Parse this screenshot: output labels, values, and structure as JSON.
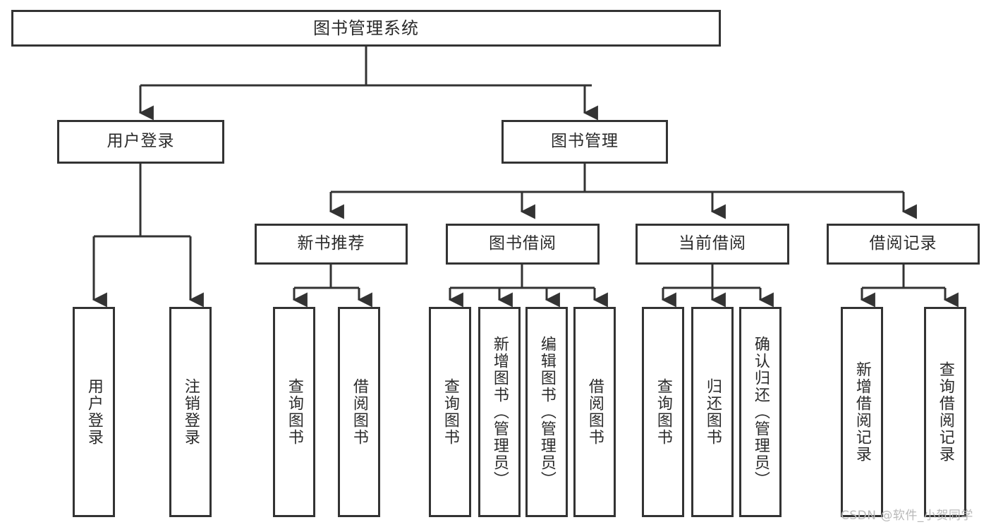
{
  "diagram": {
    "title": "图书管理系统",
    "watermark": "CSDN @软件_小贺同学",
    "colors": {
      "stroke": "#333333",
      "box_border": "#333333",
      "background": "#ffffff",
      "text": "#2b2b2b",
      "watermark": "#b9b9b9"
    },
    "root": {
      "label": "图书管理系统"
    },
    "level2": [
      {
        "label": "用户登录"
      },
      {
        "label": "图书管理"
      }
    ],
    "level3": [
      {
        "label": "新书推荐"
      },
      {
        "label": "图书借阅"
      },
      {
        "label": "当前借阅"
      },
      {
        "label": "借阅记录"
      }
    ],
    "leaves": {
      "user_login": [
        {
          "label": "用户登录"
        },
        {
          "label": "注销登录"
        }
      ],
      "new_book": [
        {
          "label": "查询图书"
        },
        {
          "label": "借阅图书"
        }
      ],
      "borrow_book": [
        {
          "label": "查询图书"
        },
        {
          "label": "新增图书（管理员）"
        },
        {
          "label": "编辑图书（管理员）"
        },
        {
          "label": "借阅图书"
        }
      ],
      "current_borrow": [
        {
          "label": "查询图书"
        },
        {
          "label": "归还图书"
        },
        {
          "label": "确认归还（管理员）"
        }
      ],
      "borrow_record": [
        {
          "label": "新增借阅记录"
        },
        {
          "label": "查询借阅记录"
        }
      ]
    }
  }
}
